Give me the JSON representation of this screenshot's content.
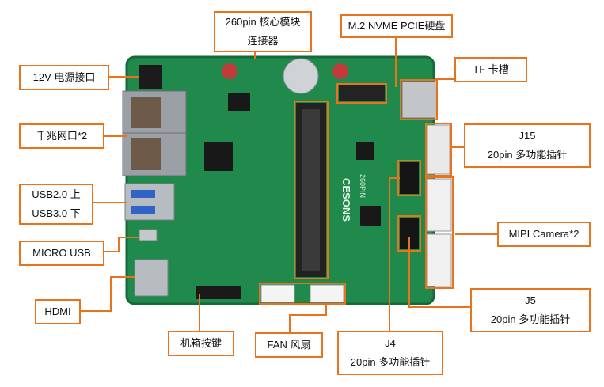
{
  "colors": {
    "accent": "#e8731a",
    "pcb": "#1f8a4c",
    "pcb_dark": "#146b38"
  },
  "board": {
    "silkscreen_brand": "CESONS",
    "socket_mark": "260PIN"
  },
  "labels": {
    "power": "12V 电源接口",
    "ethernet": "千兆网口*2",
    "usb_top": "USB2.0 上",
    "usb_bottom": "USB3.0 下",
    "micro_usb": "MICRO USB",
    "hdmi": "HDMI",
    "core_line1": "260pin  核心模块",
    "core_line2": "连接器",
    "m2": "M.2 NVME PCIE硬盘",
    "tf": "TF 卡槽",
    "j15_line1": "J15",
    "j15_line2": "20pin  多功能插针",
    "mipi": "MIPI Camera*2",
    "j5_line1": "J5",
    "j5_line2": "20pin  多功能插针",
    "j4_line1": "J4",
    "j4_line2": "20pin  多功能插针",
    "button": "机箱按键",
    "fan": "FAN 风扇"
  }
}
